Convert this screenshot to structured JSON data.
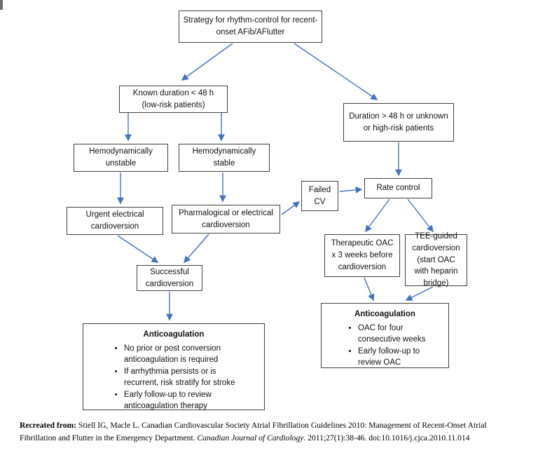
{
  "colors": {
    "accent": "#4472C4",
    "box_border": "#404040",
    "text": "#111111"
  },
  "nodes": {
    "strategy": {
      "label": "Strategy for rhythm-control for recent-onset AFib/AFlutter"
    },
    "known_duration": {
      "label": "Known duration < 48 h (low-risk patients)"
    },
    "duration_gt48": {
      "label": "Duration > 48 h or unknown or high-risk patients"
    },
    "hemo_unstable": {
      "label": "Hemodynamically unstable"
    },
    "hemo_stable": {
      "label": "Hemodynamically stable"
    },
    "urgent_cv": {
      "label": "Urgent electrical cardioversion"
    },
    "pharm_cv": {
      "label": "Pharmalogical or electrical cardioversion"
    },
    "failed_cv": {
      "label": "Failed CV"
    },
    "rate_control": {
      "label": "Rate control"
    },
    "successful_cv": {
      "label": "Successful cardioversion"
    },
    "therapeutic_oac": {
      "label": "Therapeutic OAC x 3 weeks before cardioversion"
    },
    "tee_guided": {
      "label": "TEE-guided cardioversion (start OAC with heparin bridge)"
    },
    "anticoag_left": {
      "title": "Anticoagulation",
      "bullets": [
        "No prior or post conversion anticoagulation is required",
        "If arrhythmia persists or is recurrent, risk stratify for stroke",
        "Early follow-up to review anticoagulation therapy"
      ]
    },
    "anticoag_right": {
      "title": "Anticoagulation",
      "bullets": [
        "OAC for four consecutive weeks",
        "Early follow-up to review OAC"
      ]
    }
  },
  "footer": {
    "prefix": "Recreated from:",
    "text_before_italic": " Stiell IG, Macle L. Canadian Cardiovascular Society Atrial Fibrillation Guidelines 2010: Management of Recent-Onset Atrial Fibrillation and Flutter in the Emergency Department. ",
    "italic": "Canadian Journal of Cardiology",
    "text_after_italic": ". 2011;27(1):38-46. doi:10.1016/j.cjca.2010.11.014"
  }
}
